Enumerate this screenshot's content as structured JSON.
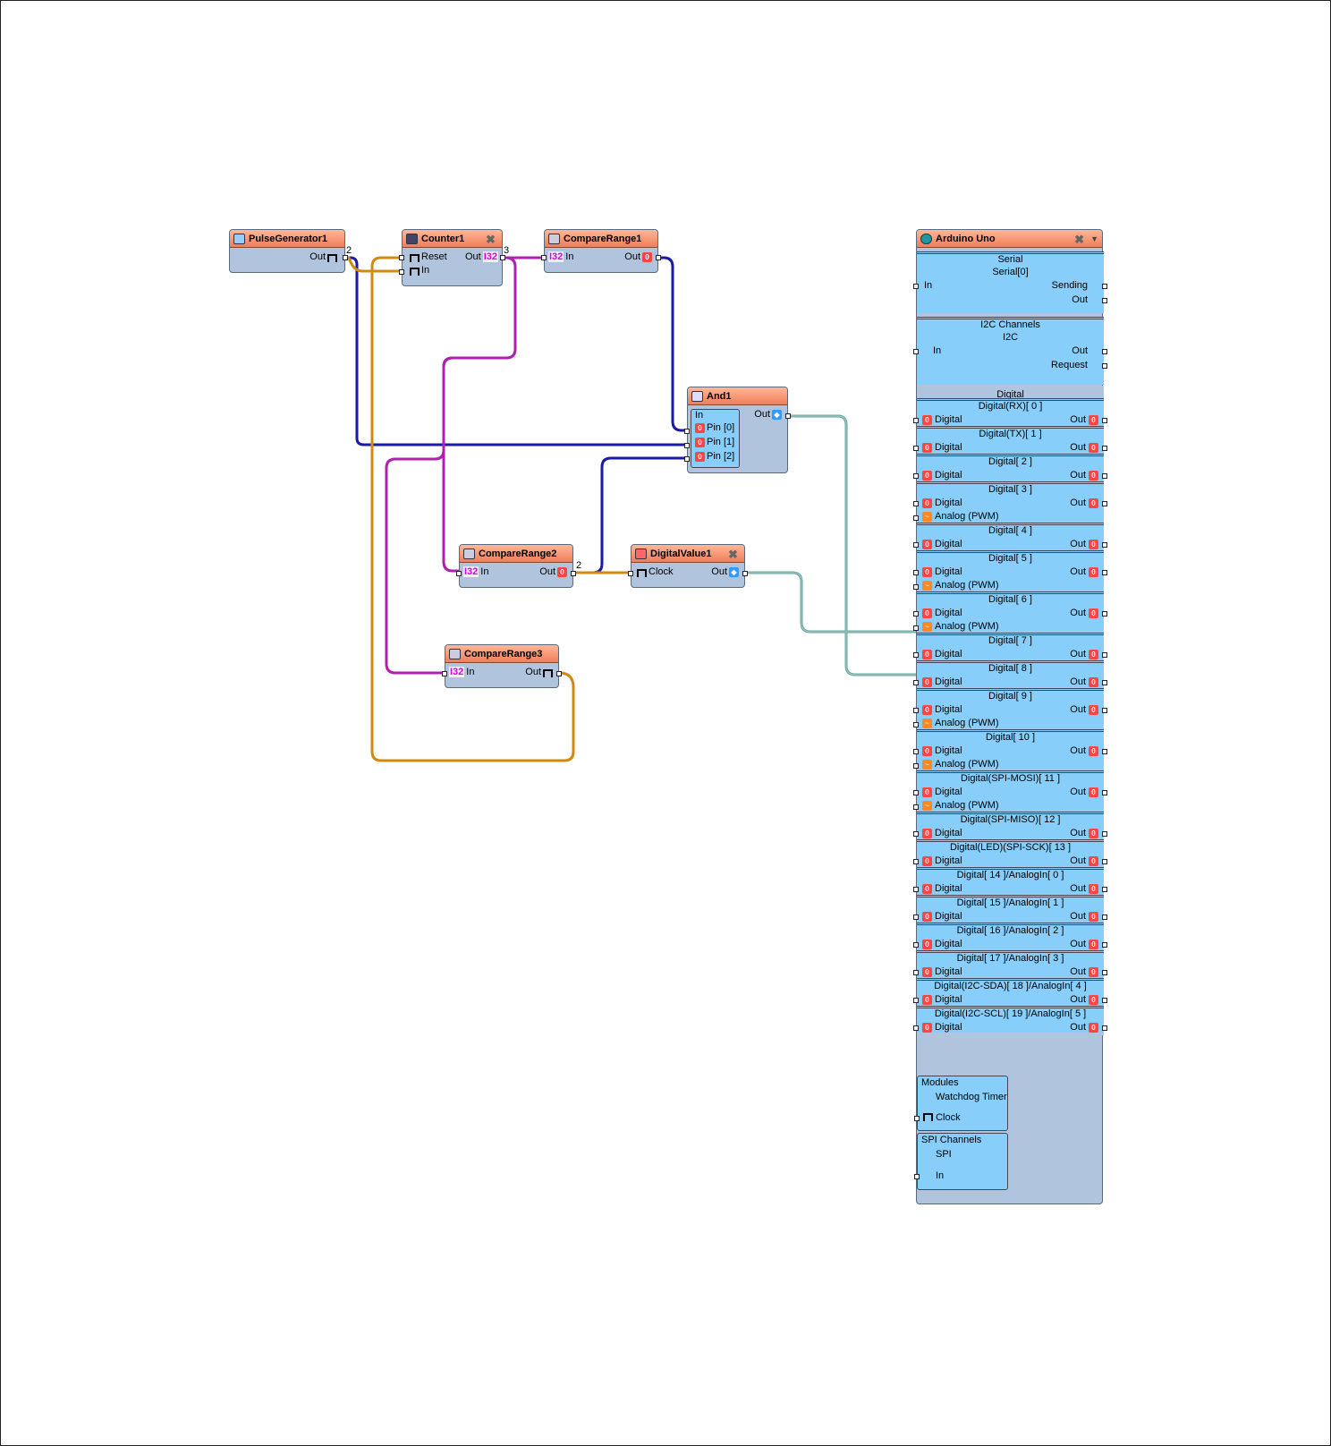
{
  "nodes": {
    "pulse_generator": {
      "title": "PulseGenerator1",
      "out": "Out"
    },
    "counter": {
      "title": "Counter1",
      "reset": "Reset",
      "in": "In",
      "out": "Out",
      "type": "I32"
    },
    "compare_range1": {
      "title": "CompareRange1",
      "in": "In",
      "out": "Out",
      "type": "I32"
    },
    "and": {
      "title": "And1",
      "in": "In",
      "out": "Out",
      "pins": [
        "Pin [0]",
        "Pin [1]",
        "Pin [2]"
      ]
    },
    "compare_range2": {
      "title": "CompareRange2",
      "in": "In",
      "out": "Out",
      "type": "I32"
    },
    "digital_value": {
      "title": "DigitalValue1",
      "clock": "Clock",
      "out": "Out"
    },
    "compare_range3": {
      "title": "CompareRange3",
      "in": "In",
      "out": "Out",
      "type": "I32"
    }
  },
  "wire_labels": [
    "2",
    "3",
    "2"
  ],
  "arduino": {
    "title": "Arduino Uno",
    "serial": {
      "title": "Serial",
      "sub": "Serial[0]",
      "in": "In",
      "sending": "Sending",
      "out": "Out"
    },
    "i2c": {
      "title": "I2C Channels",
      "sub": "I2C",
      "in": "In",
      "out": "Out",
      "request": "Request"
    },
    "digital_title": "Digital",
    "digital": [
      {
        "name": "Digital(RX)[ 0 ]",
        "in": "Digital",
        "out": "Out",
        "pwm": ""
      },
      {
        "name": "Digital(TX)[ 1 ]",
        "in": "Digital",
        "out": "Out",
        "pwm": ""
      },
      {
        "name": "Digital[ 2 ]",
        "in": "Digital",
        "out": "Out",
        "pwm": ""
      },
      {
        "name": "Digital[ 3 ]",
        "in": "Digital",
        "out": "Out",
        "pwm": "Analog (PWM)"
      },
      {
        "name": "Digital[ 4 ]",
        "in": "Digital",
        "out": "Out",
        "pwm": ""
      },
      {
        "name": "Digital[ 5 ]",
        "in": "Digital",
        "out": "Out",
        "pwm": "Analog (PWM)"
      },
      {
        "name": "Digital[ 6 ]",
        "in": "Digital",
        "out": "Out",
        "pwm": "Analog (PWM)"
      },
      {
        "name": "Digital[ 7 ]",
        "in": "Digital",
        "out": "Out",
        "pwm": ""
      },
      {
        "name": "Digital[ 8 ]",
        "in": "Digital",
        "out": "Out",
        "pwm": ""
      },
      {
        "name": "Digital[ 9 ]",
        "in": "Digital",
        "out": "Out",
        "pwm": "Analog (PWM)"
      },
      {
        "name": "Digital[ 10 ]",
        "in": "Digital",
        "out": "Out",
        "pwm": "Analog (PWM)"
      },
      {
        "name": "Digital(SPI-MOSI)[ 11 ]",
        "in": "Digital",
        "out": "Out",
        "pwm": "Analog (PWM)"
      },
      {
        "name": "Digital(SPI-MISO)[ 12 ]",
        "in": "Digital",
        "out": "Out",
        "pwm": ""
      },
      {
        "name": "Digital(LED)(SPI-SCK)[ 13 ]",
        "in": "Digital",
        "out": "Out",
        "pwm": ""
      },
      {
        "name": "Digital[ 14 ]/AnalogIn[ 0 ]",
        "in": "Digital",
        "out": "Out",
        "pwm": ""
      },
      {
        "name": "Digital[ 15 ]/AnalogIn[ 1 ]",
        "in": "Digital",
        "out": "Out",
        "pwm": ""
      },
      {
        "name": "Digital[ 16 ]/AnalogIn[ 2 ]",
        "in": "Digital",
        "out": "Out",
        "pwm": ""
      },
      {
        "name": "Digital[ 17 ]/AnalogIn[ 3 ]",
        "in": "Digital",
        "out": "Out",
        "pwm": ""
      },
      {
        "name": "Digital(I2C-SDA)[ 18 ]/AnalogIn[ 4 ]",
        "in": "Digital",
        "out": "Out",
        "pwm": ""
      },
      {
        "name": "Digital(I2C-SCL)[ 19 ]/AnalogIn[ 5 ]",
        "in": "Digital",
        "out": "Out",
        "pwm": ""
      }
    ],
    "modules": {
      "title": "Modules",
      "sub": "Watchdog Timer",
      "clock": "Clock"
    },
    "spi": {
      "title": "SPI Channels",
      "sub": "SPI",
      "in": "In"
    }
  },
  "colors": {
    "header": "#ef7e56",
    "node_body": "#b0c4de",
    "arduino_section": "#87cefa",
    "wire_blue": "#1a1aa8",
    "wire_magenta": "#b020b0",
    "wire_orange": "#d08a10",
    "wire_teal": "#6aa8a0",
    "bool_icon": "#ff4444",
    "type_i32": "#e000e0"
  }
}
